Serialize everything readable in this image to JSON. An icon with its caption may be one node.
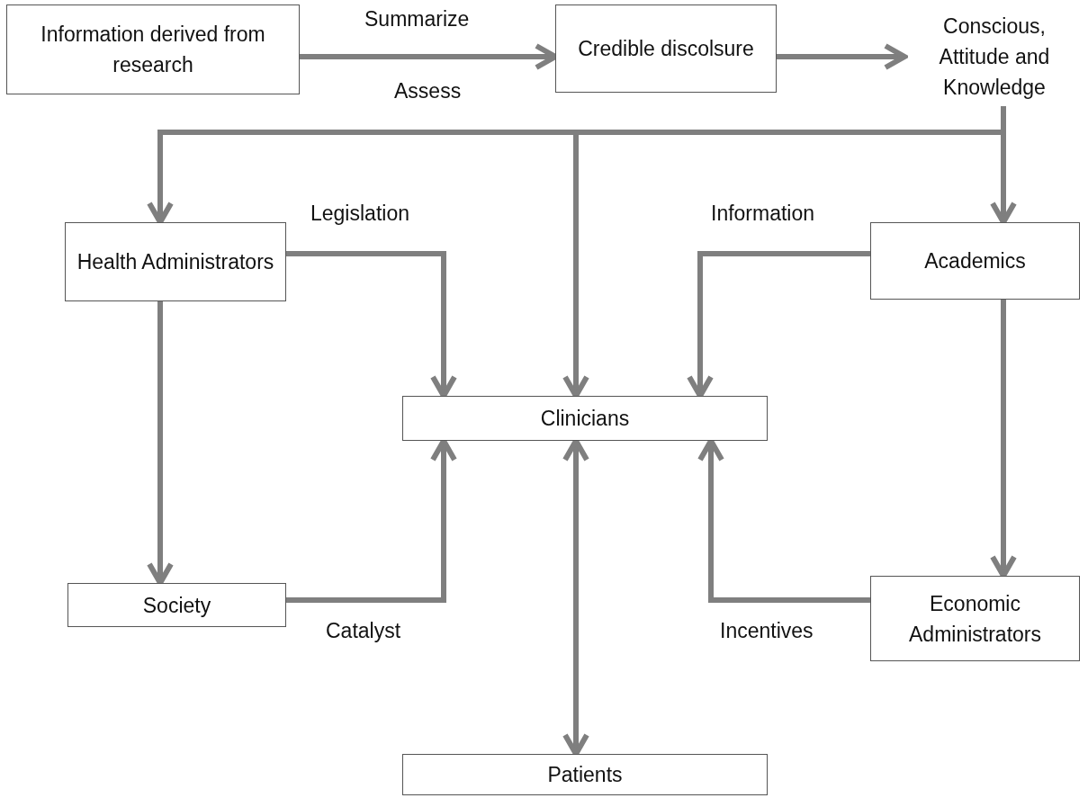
{
  "diagram": {
    "nodes": [
      {
        "text": [
          "Information derived from research"
        ]
      },
      {
        "text": [
          "Credible discolsure"
        ]
      },
      {
        "text": [
          "Conscious, Attitude and Knowledge"
        ]
      },
      {
        "text": [
          "Health Administrators"
        ]
      },
      {
        "text": [
          "Academics"
        ]
      },
      {
        "text": [
          "Clinicians"
        ]
      },
      {
        "text": [
          "Society"
        ]
      },
      {
        "text": [
          "Economic Administrators"
        ]
      },
      {
        "text": [
          "Patients"
        ]
      }
    ],
    "edges": [
      {
        "from": 0,
        "to": 1,
        "arrow": "to",
        "label": "Summarize"
      },
      {
        "from": 1,
        "to": 2,
        "arrow": "to"
      },
      {
        "from": 2,
        "to": 3,
        "arrow": "to"
      },
      {
        "from": 2,
        "to": 5,
        "arrow": "to"
      },
      {
        "from": 2,
        "to": 4,
        "arrow": "to"
      },
      {
        "from": 3,
        "to": 5,
        "arrow": "to",
        "label": "Legislation"
      },
      {
        "from": 4,
        "to": 5,
        "arrow": "to",
        "label": "Information"
      },
      {
        "from": 3,
        "to": 6,
        "arrow": "to"
      },
      {
        "from": 4,
        "to": 7,
        "arrow": "to"
      },
      {
        "from": 6,
        "to": 5,
        "arrow": "to",
        "label": "Catalyst"
      },
      {
        "from": 7,
        "to": 5,
        "arrow": "to",
        "label": "Incentives"
      },
      {
        "from": 5,
        "to": 8,
        "arrow": "both"
      }
    ],
    "labels": [
      "Assess"
    ]
  }
}
